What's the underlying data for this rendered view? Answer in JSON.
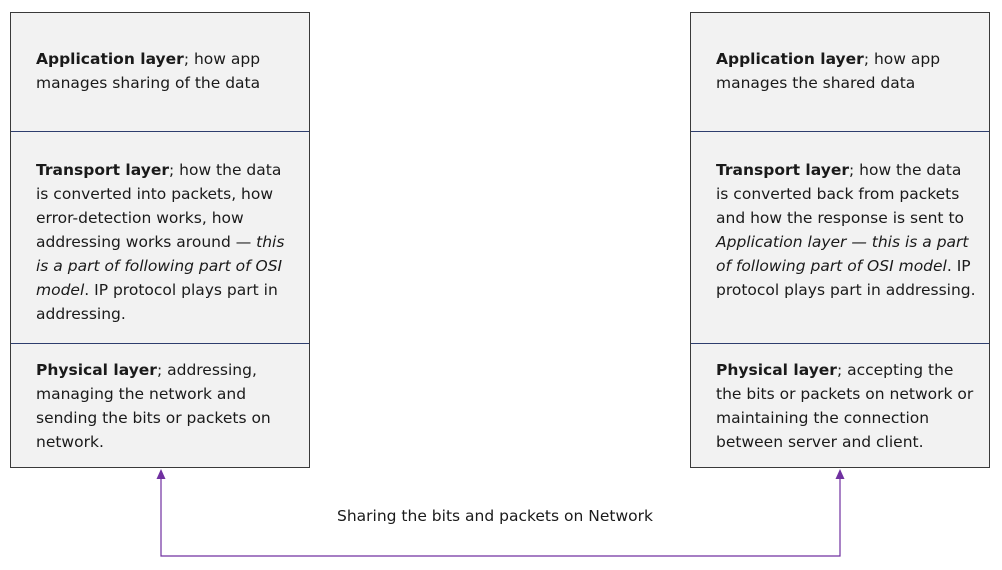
{
  "left_stack": {
    "application": {
      "name": "Application layer",
      "text": "; how app manages sharing of the data"
    },
    "transport": {
      "name": "Transport layer",
      "text_1": "; how the data is converted into packets, how error-detection works, how addressing works around — ",
      "italic": "this is a part of following part of OSI model",
      "text_2": ". IP protocol plays part in addressing."
    },
    "physical": {
      "name": "Physical layer",
      "text": "; addressing, managing the network and sending the bits or packets on network."
    }
  },
  "right_stack": {
    "application": {
      "name": "Application layer",
      "text": "; how app manages the shared data"
    },
    "transport": {
      "name": "Transport layer",
      "text_1": "; how the data is converted back from packets and how the response is sent to ",
      "italic": "Application layer — this is a part of following part of OSI model",
      "text_2": ". IP protocol plays part in addressing."
    },
    "physical": {
      "name": "Physical layer",
      "text": "; accepting the the bits or packets on network or maintaining the connection between server and client."
    }
  },
  "network_label": "Sharing the bits and packets on Network",
  "colors": {
    "box_fill": "#f2f2f2",
    "box_border": "#3a3a3a",
    "layer_divider": "#2e3e6e",
    "connector": "#7030a0"
  }
}
